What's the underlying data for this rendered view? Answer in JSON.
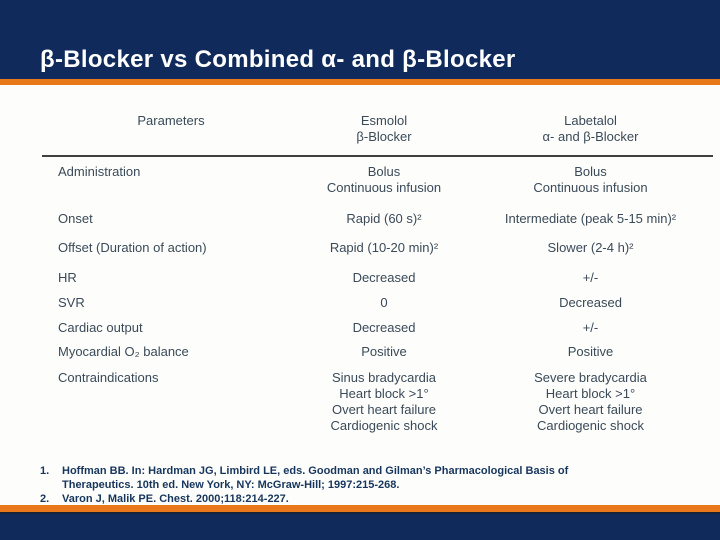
{
  "slide": {
    "title": "β-Blocker vs Combined α- and β-Blocker"
  },
  "table": {
    "col_headers": {
      "parameters": "Parameters",
      "esmolol": "Esmolol\nβ-Blocker",
      "labetalol": "Labetalol\nα- and β-Blocker"
    },
    "rows": [
      {
        "param": "Administration",
        "esmolol": "Bolus\nContinuous infusion",
        "labetalol": "Bolus\nContinuous infusion"
      },
      {
        "param": "Onset",
        "esmolol": "Rapid (60 s)²",
        "labetalol": "Intermediate (peak 5-15 min)²"
      },
      {
        "param": "Offset (Duration of action)",
        "esmolol": "Rapid (10-20 min)²",
        "labetalol": "Slower (2-4 h)²"
      },
      {
        "param": "HR",
        "esmolol": "Decreased",
        "labetalol": "+/-"
      },
      {
        "param": "SVR",
        "esmolol": "0",
        "labetalol": "Decreased"
      },
      {
        "param": "Cardiac output",
        "esmolol": "Decreased",
        "labetalol": "+/-"
      },
      {
        "param": "Myocardial O₂ balance",
        "esmolol": "Positive",
        "labetalol": "Positive"
      },
      {
        "param": "Contraindications",
        "esmolol": "Sinus bradycardia\nHeart block >1°\nOvert heart failure\nCardiogenic shock",
        "labetalol": "Severe bradycardia\nHeart block >1°\nOvert heart failure\nCardiogenic shock"
      }
    ]
  },
  "references": [
    {
      "num": "1.",
      "text": "Hoffman BB. In: Hardman JG, Limbird LE, eds. Goodman and Gilman’s Pharmacological Basis of Therapeutics. 10th ed. New York, NY: McGraw-Hill; 1997:215-268."
    },
    {
      "num": "2.",
      "text": "Varon J, Malik PE. Chest. 2000;118:214-227."
    }
  ],
  "colors": {
    "navy": "#0F2A5B",
    "orange": "#E8781A",
    "table_text": "#3A4A58",
    "reference_text": "#17365D"
  }
}
